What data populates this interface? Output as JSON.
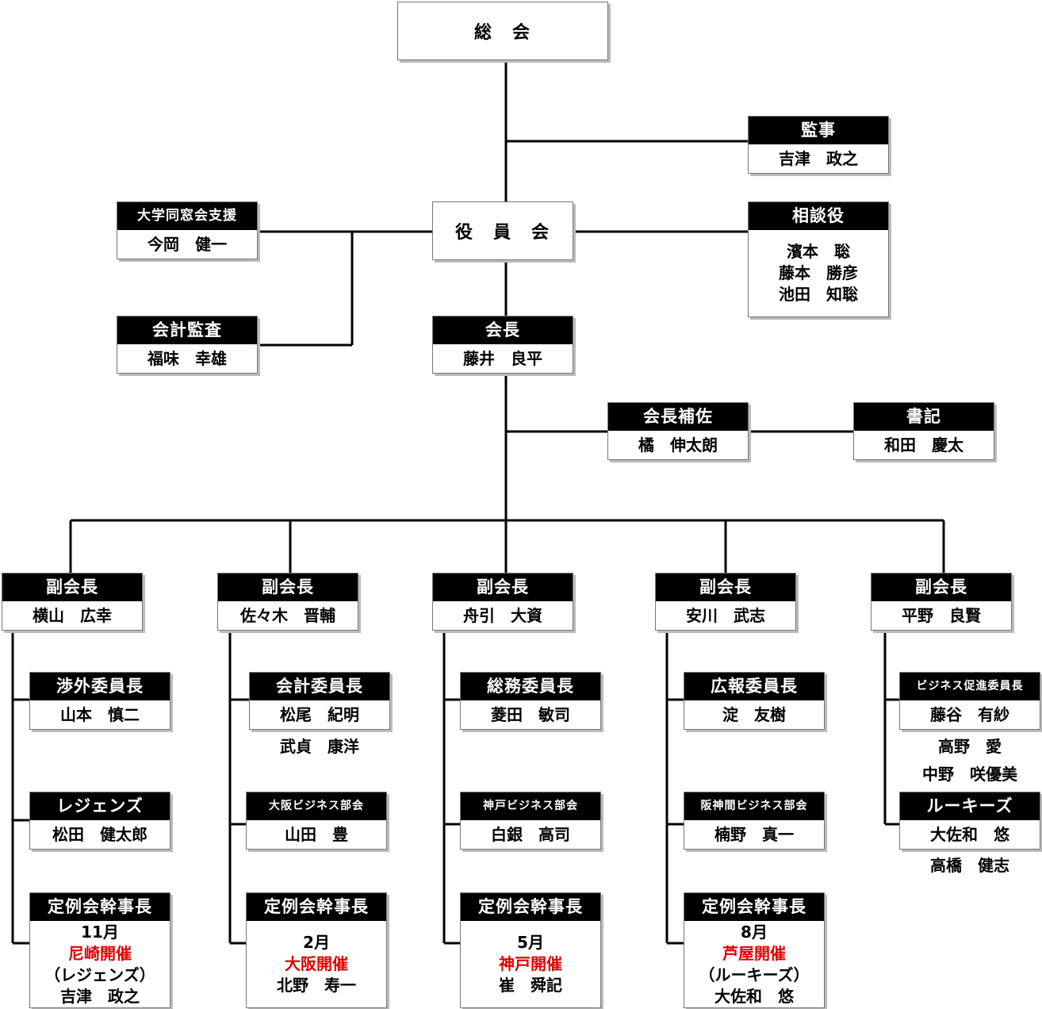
{
  "top": {
    "general_meeting": "総　会",
    "auditor_title": "監事",
    "auditor_name": "吉津　政之",
    "board": "役　員　会",
    "alumni_title": "大学同窓会支援",
    "alumni_name": "今岡　健一",
    "advisor_title": "相談役",
    "advisor_names": [
      "濱本　聡",
      "藤本　勝彦",
      "池田　知聡"
    ],
    "accounting_audit_title": "会計監査",
    "accounting_audit_name": "福味　幸雄",
    "president_title": "会長",
    "president_name": "藤井　良平",
    "assistant_title": "会長補佐",
    "assistant_name": "橘　伸太朗",
    "secretary_title": "書記",
    "secretary_name": "和田　慶太"
  },
  "columns": [
    {
      "vp_title": "副会長",
      "vp_name": "横山　広幸",
      "units": [
        {
          "title": "渉外委員長",
          "lines": [
            "山本　慎二"
          ]
        },
        {
          "title": "レジェンズ",
          "lines": [
            "松田　健太郎"
          ]
        },
        {
          "title": "定例会幹事長",
          "month": "11月",
          "venue": "尼崎開催",
          "note": "（レジェンズ）",
          "name": "吉津　政之"
        }
      ],
      "extras": []
    },
    {
      "vp_title": "副会長",
      "vp_name": "佐々木　晋輔",
      "units": [
        {
          "title": "会計委員長",
          "lines": [
            "松尾　紀明"
          ]
        },
        {
          "title": "大阪ビジネス部会",
          "lines": [
            "山田　豊"
          ]
        },
        {
          "title": "定例会幹事長",
          "month": "2月",
          "venue": "大阪開催",
          "note": "",
          "name": "北野　寿一"
        }
      ],
      "extras": [
        "武貞　康洋"
      ]
    },
    {
      "vp_title": "副会長",
      "vp_name": "舟引　大資",
      "units": [
        {
          "title": "総務委員長",
          "lines": [
            "菱田　敏司"
          ]
        },
        {
          "title": "神戸ビジネス部会",
          "lines": [
            "白銀　高司"
          ]
        },
        {
          "title": "定例会幹事長",
          "month": "5月",
          "venue": "神戸開催",
          "note": "",
          "name": "崔　舜記"
        }
      ],
      "extras": []
    },
    {
      "vp_title": "副会長",
      "vp_name": "安川　武志",
      "units": [
        {
          "title": "広報委員長",
          "lines": [
            "淀　友樹"
          ]
        },
        {
          "title": "阪神間ビジネス部会",
          "lines": [
            "楠野　真一"
          ]
        },
        {
          "title": "定例会幹事長",
          "month": "8月",
          "venue": "芦屋開催",
          "note": "（ルーキーズ）",
          "name": "大佐和　悠"
        }
      ],
      "extras": []
    },
    {
      "vp_title": "副会長",
      "vp_name": "平野　良賢",
      "units": [
        {
          "title": "ビジネス促進委員長",
          "lines": [
            "藤谷　有紗"
          ]
        },
        {
          "title": "ルーキーズ",
          "lines": [
            "大佐和　悠"
          ]
        }
      ],
      "extras": [
        "高野　愛",
        "中野　咲優美",
        "高橋　健志"
      ]
    }
  ]
}
